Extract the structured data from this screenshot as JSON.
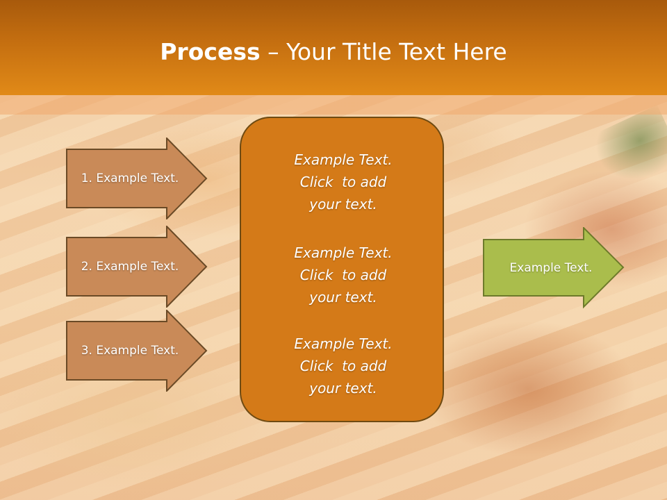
{
  "slide": {
    "title_bold": "Process",
    "title_rest": " – Your Title Text Here"
  },
  "steps": [
    {
      "label": "1. Example Text."
    },
    {
      "label": "2. Example Text."
    },
    {
      "label": "3. Example Text."
    }
  ],
  "center": {
    "blocks": [
      {
        "line1": "Example Text.",
        "line2": "Click  to add",
        "line3": "your text."
      },
      {
        "line1": "Example Text.",
        "line2": "Click  to add",
        "line3": "your text."
      },
      {
        "line1": "Example Text.",
        "line2": "Click  to add",
        "line3": "your text."
      }
    ]
  },
  "output": {
    "label": "Example Text."
  },
  "colors": {
    "header_orange": "#e18a18",
    "step_arrow_fill": "#c98a58",
    "center_box_fill": "#d47a18",
    "output_arrow_fill": "#aabd4c"
  },
  "background": "pizza-photo"
}
